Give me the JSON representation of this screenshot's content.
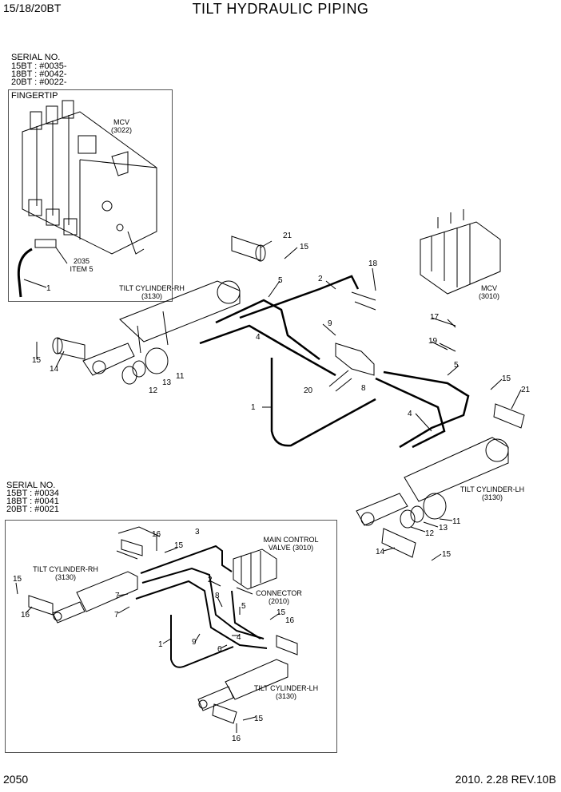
{
  "header": {
    "model": "15/18/20BT",
    "title": "TILT HYDRAULIC PIPING"
  },
  "upper": {
    "serial": {
      "heading": "SERIAL NO.",
      "line1": "15BT : #0035-",
      "line2": "18BT : #0042-",
      "line3": "20BT : #0022-"
    },
    "inset_label": "FINGERTIP",
    "inset_mcv": {
      "name": "MCV",
      "ref": "(3022)"
    },
    "inset_item": {
      "num": "2035",
      "text": "ITEM 5"
    },
    "cyl_rh": {
      "name": "TILT CYLINDER-RH",
      "ref": "(3130)"
    },
    "cyl_lh": {
      "name": "TILT CYLINDER-LH",
      "ref": "(3130)"
    },
    "mcv": {
      "name": "MCV",
      "ref": "(3010)"
    },
    "callouts": [
      "1",
      "21",
      "15",
      "18",
      "2",
      "5",
      "9",
      "4",
      "17",
      "19",
      "15",
      "14",
      "11",
      "13",
      "12",
      "20",
      "8",
      "5",
      "15",
      "21",
      "4",
      "1",
      "11",
      "13",
      "12",
      "14",
      "15"
    ]
  },
  "lower": {
    "serial": {
      "heading": "SERIAL NO.",
      "line1": "15BT : #0034",
      "line2": "18BT : #0041",
      "line3": "20BT : #0021"
    },
    "mcv": {
      "name": "MAIN CONTROL",
      "name2": "VALVE (3010)"
    },
    "connector": {
      "name": "CONNECTOR",
      "ref": "(2010)"
    },
    "cyl_rh": {
      "name": "TILT CYLINDER-RH",
      "ref": "(3130)"
    },
    "cyl_lh": {
      "name": "TILT CYLINDER-LH",
      "ref": "(3130)"
    },
    "callouts": [
      "16",
      "3",
      "15",
      "2",
      "15",
      "16",
      "7",
      "7",
      "8",
      "4",
      "5",
      "15",
      "16",
      "1",
      "9",
      "6",
      "15",
      "16"
    ]
  },
  "footer": {
    "page": "2050",
    "revision": "2010. 2.28  REV.10B"
  }
}
